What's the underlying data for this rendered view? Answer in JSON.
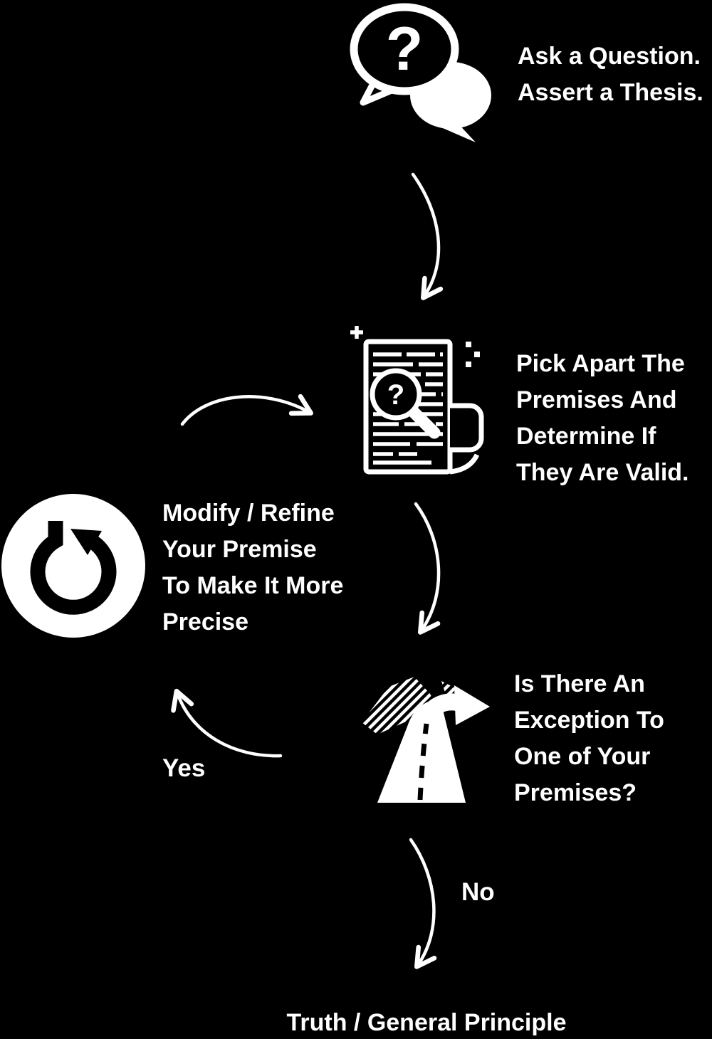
{
  "canvas": {
    "background": "#000000",
    "foreground": "#ffffff"
  },
  "steps": {
    "ask": {
      "label": "Ask a Question.\nAssert a Thesis.",
      "icon": "speech-bubbles-question-icon"
    },
    "analyze": {
      "label": "Pick Apart The\nPremises And\nDetermine If\nThey Are Valid.",
      "icon": "document-magnifier-icon"
    },
    "exception": {
      "label": "Is There An\nException To\nOne of Your\nPremises?",
      "icon": "forked-road-arrow-icon"
    },
    "modify": {
      "label": "Modify / Refine\nYour Premise\nTo Make It More\nPrecise",
      "icon": "restart-loop-icon"
    },
    "truth": {
      "label": "Truth / General Principle"
    }
  },
  "branches": {
    "yes_label": "Yes",
    "no_label": "No"
  },
  "glyphs": {
    "bubble_question_mark": "?",
    "magnifier_question_mark": "?"
  }
}
